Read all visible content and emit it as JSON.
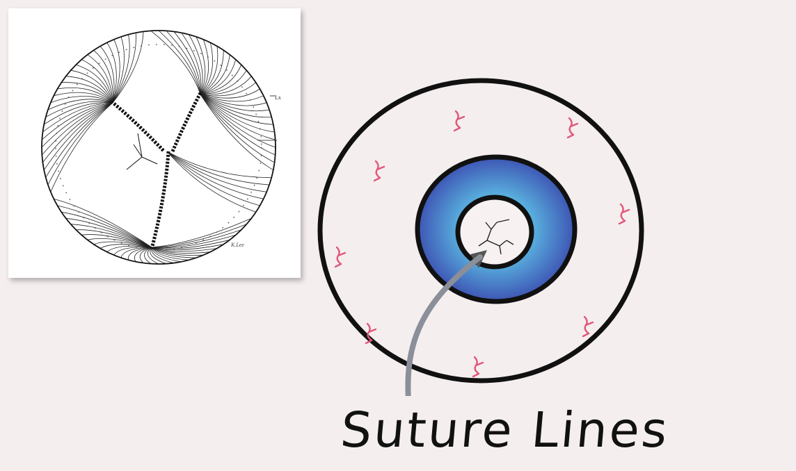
{
  "inset": {
    "lens_label": "Lx",
    "signature": "K.Lee"
  },
  "diagram": {
    "caption": "Suture Lines",
    "colors": {
      "background": "#f5eeee",
      "outline": "#111111",
      "blood_vessels": "#e0587a",
      "iris_inner": "#5ab4e0",
      "iris_outer": "#3e55b4",
      "arrow": "#8a8f99"
    }
  }
}
